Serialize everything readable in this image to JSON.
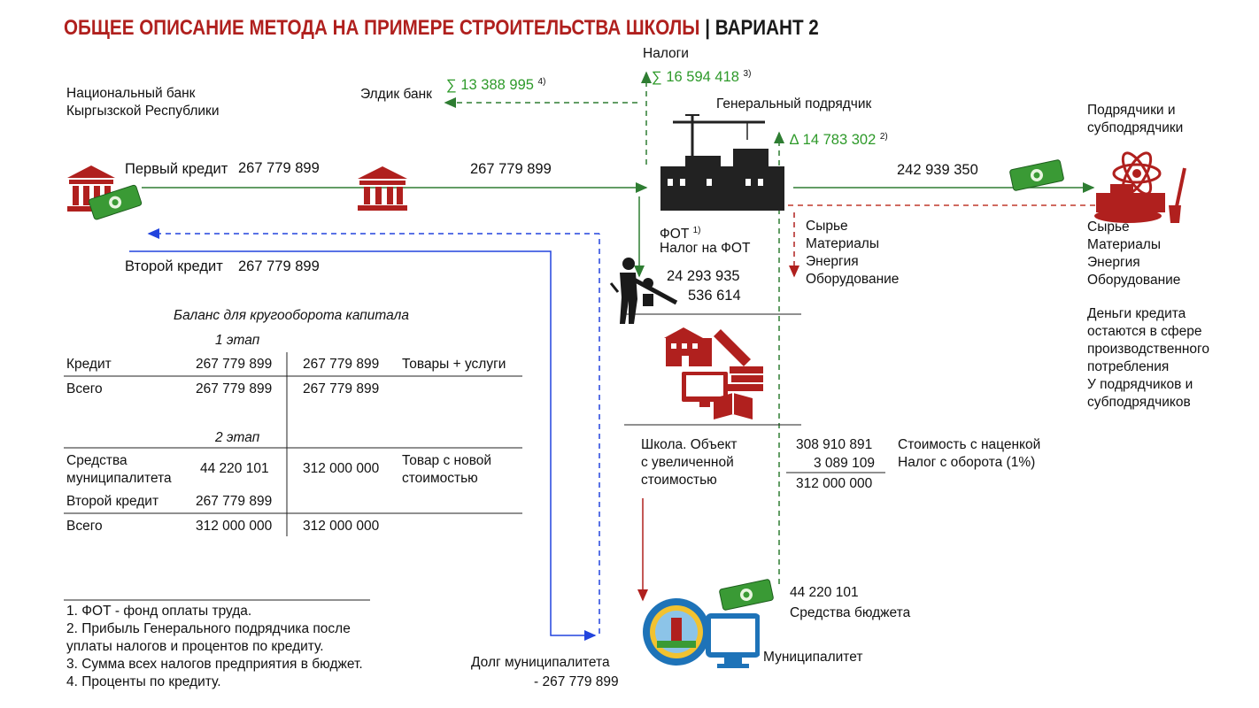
{
  "title": {
    "part1": "ОБЩЕЕ ОПИСАНИЕ МЕТОДА НА ПРИМЕРЕ ",
    "part2": "СТРОИТЕЛЬСТВА ШКОЛЫ",
    "part3": " | ВАРИАНТ 2"
  },
  "national_bank": {
    "line1": "Национальный банк",
    "line2": "Кыргызской Республики"
  },
  "first_credit": {
    "label": "Первый кредит",
    "value": "267 779 899"
  },
  "transfer_value": "267 779 899",
  "second_credit": {
    "label": "Второй кредит",
    "value": "267 779 899"
  },
  "eldik": {
    "label": "Элдик банк",
    "value": "∑ 13 388 995",
    "note": "4)"
  },
  "taxes": {
    "label": "Налоги",
    "value": "∑ 16 594 418",
    "note": "3)"
  },
  "general_contractor": {
    "label": "Генеральный подрядчик",
    "profit": "∆ 14 783 302",
    "note": "2)"
  },
  "contractors": {
    "line1": "Подрядчики и",
    "line2": "субподрядчики",
    "payment": "242 939 350"
  },
  "materials_left": [
    "Сырье",
    "Материалы",
    "Энергия",
    "Оборудование"
  ],
  "materials_right": [
    "Сырье",
    "Материалы",
    "Энергия",
    "Оборудование"
  ],
  "credit_money_note": [
    "Деньги кредита",
    "остаются в сфере",
    "производственного",
    "потребления",
    "У подрядчиков и",
    "субподрядчиков"
  ],
  "fot": {
    "label": "ФОТ",
    "note": "1)",
    "tax_label": "Налог на ФОТ",
    "value1": "24 293 935",
    "value2": "536 614"
  },
  "school": {
    "line1": "Школа. Объект",
    "line2": "с увеличенной",
    "line3": "стоимостью"
  },
  "cost": {
    "value1": "308 910 891",
    "value2": "3 089 109",
    "total": "312 000 000",
    "label1": "Стоимость с наценкой",
    "label2": "Налог с оборота (1%)"
  },
  "budget": {
    "value": "44 220 101",
    "label": "Средства бюджета"
  },
  "municipality": {
    "label": "Муниципалитет",
    "debt_label": "Долг муниципалитета",
    "debt_value": "- 267 779 899"
  },
  "balance": {
    "title": "Баланс для кругооборота капитала",
    "stage1": "1 этап",
    "stage2": "2 этап",
    "row_credit": {
      "label": "Кредит",
      "left": "267 779 899",
      "right": "267 779 899",
      "note": "Товары + услуги"
    },
    "row_total1": {
      "label": "Всего",
      "left": "267 779 899",
      "right": "267 779 899"
    },
    "row_muni": {
      "label1": "Средства",
      "label2": "муниципалитета",
      "left": "44 220 101",
      "right": "312 000 000",
      "note1": "Товар с новой",
      "note2": "стоимостью"
    },
    "row_second": {
      "label": "Второй кредит",
      "left": "267 779 899"
    },
    "row_total2": {
      "label": "Всего",
      "left": "312 000 000",
      "right": "312 000 000"
    }
  },
  "footnotes": [
    "1. ФОТ - фонд оплаты труда.",
    "2. Прибыль Генерального подрядчика после",
    "уплаты налогов и процентов по кредиту.",
    "3. Сумма всех налогов предприятия в бюджет.",
    "4. Проценты по кредиту."
  ],
  "colors": {
    "title_red": "#b0201e",
    "green": "#2e9a2a",
    "arrow_green": "#2e7d32",
    "blue": "#2244dd",
    "red_dashed": "#c0392b",
    "icon_red": "#b0201e"
  }
}
